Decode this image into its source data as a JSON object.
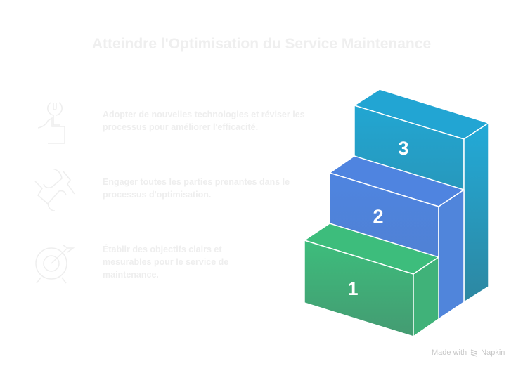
{
  "title": "Atteindre l'Optimisation du Service Maintenance",
  "items": [
    {
      "text": "Adopter de nouvelles technologies et réviser les processus pour améliorer l'efficacité.",
      "icon": "wrench-thumbs-up-icon"
    },
    {
      "text": "Engager toutes les parties prenantes dans le processus d'optimisation.",
      "icon": "handshake-icon"
    },
    {
      "text": "Établir des objectifs clairs et mesurables pour le service de maintenance.",
      "icon": "target-icon"
    }
  ],
  "steps": [
    {
      "label": "1",
      "color": "#3dbb7a"
    },
    {
      "label": "2",
      "color": "#4f84dc"
    },
    {
      "label": "3",
      "color": "#22a3cf"
    }
  ],
  "footer": {
    "made_with": "Made with",
    "brand": "Napkin"
  }
}
